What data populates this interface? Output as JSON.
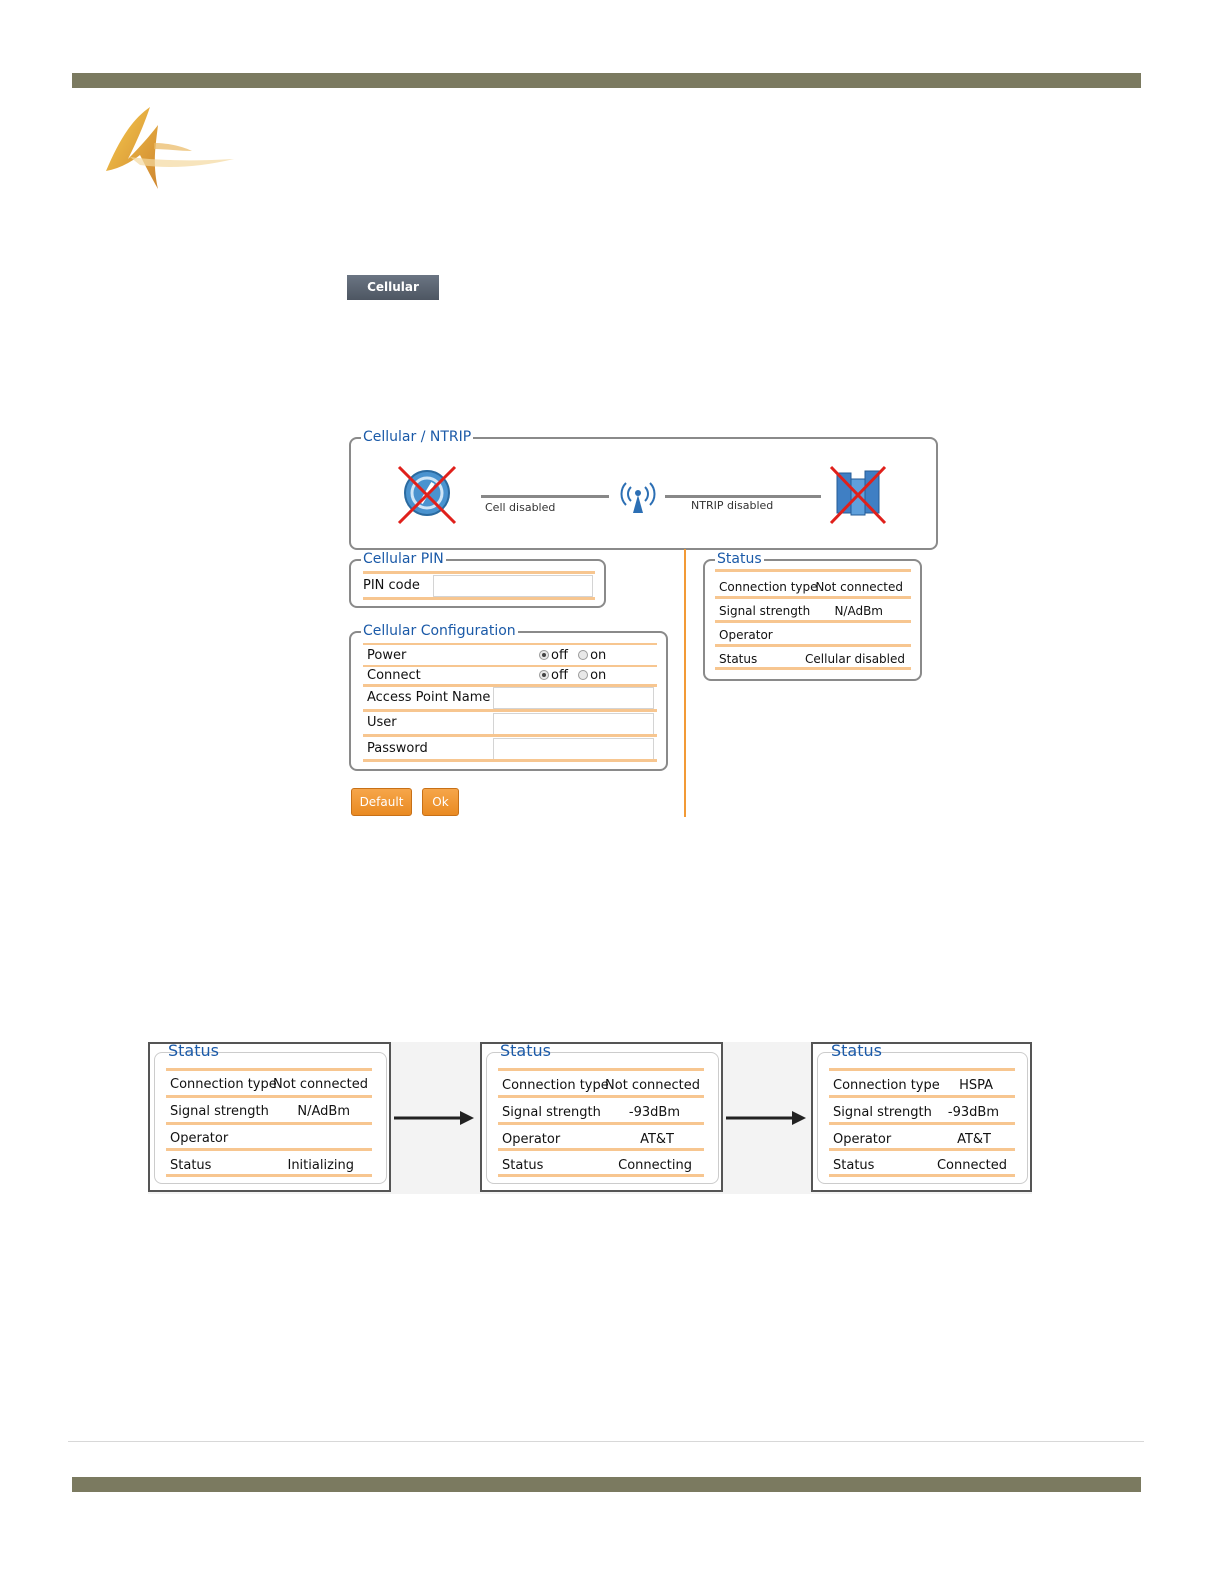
{
  "cellular_button": "Cellular",
  "ntrip_panel": {
    "title": "Cellular / NTRIP",
    "cell_status": "Cell disabled",
    "ntrip_status": "NTRIP disabled"
  },
  "pin_panel": {
    "title": "Cellular PIN",
    "pin_label": "PIN code",
    "pin_value": ""
  },
  "config_panel": {
    "title": "Cellular Configuration",
    "power_label": "Power",
    "connect_label": "Connect",
    "off_label": "off",
    "on_label": "on",
    "apn_label": "Access Point Name",
    "user_label": "User",
    "password_label": "Password"
  },
  "status_panel": {
    "title": "Status",
    "rows": [
      {
        "label": "Connection type",
        "value": "Not connected"
      },
      {
        "label": "Signal strength",
        "value": "N/AdBm"
      },
      {
        "label": "Operator",
        "value": ""
      },
      {
        "label": "Status",
        "value": "Cellular disabled"
      }
    ]
  },
  "buttons": {
    "default": "Default",
    "ok": "Ok"
  },
  "status_sequence": [
    {
      "title": "Status",
      "rows": [
        {
          "label": "Connection type",
          "value": "Not connected"
        },
        {
          "label": "Signal strength",
          "value": "N/AdBm"
        },
        {
          "label": "Operator",
          "value": ""
        },
        {
          "label": "Status",
          "value": "Initializing"
        }
      ]
    },
    {
      "title": "Status",
      "rows": [
        {
          "label": "Connection type",
          "value": "Not connected"
        },
        {
          "label": "Signal strength",
          "value": "-93dBm"
        },
        {
          "label": "Operator",
          "value": "AT&T"
        },
        {
          "label": "Status",
          "value": "Connecting"
        }
      ]
    },
    {
      "title": "Status",
      "rows": [
        {
          "label": "Connection type",
          "value": "HSPA"
        },
        {
          "label": "Signal strength",
          "value": "-93dBm"
        },
        {
          "label": "Operator",
          "value": "AT&T"
        },
        {
          "label": "Status",
          "value": "Connected"
        }
      ]
    }
  ],
  "colors": {
    "header_bar": "#7b7a60",
    "legend": "#1b5aa8",
    "accent": "#f29a36"
  }
}
